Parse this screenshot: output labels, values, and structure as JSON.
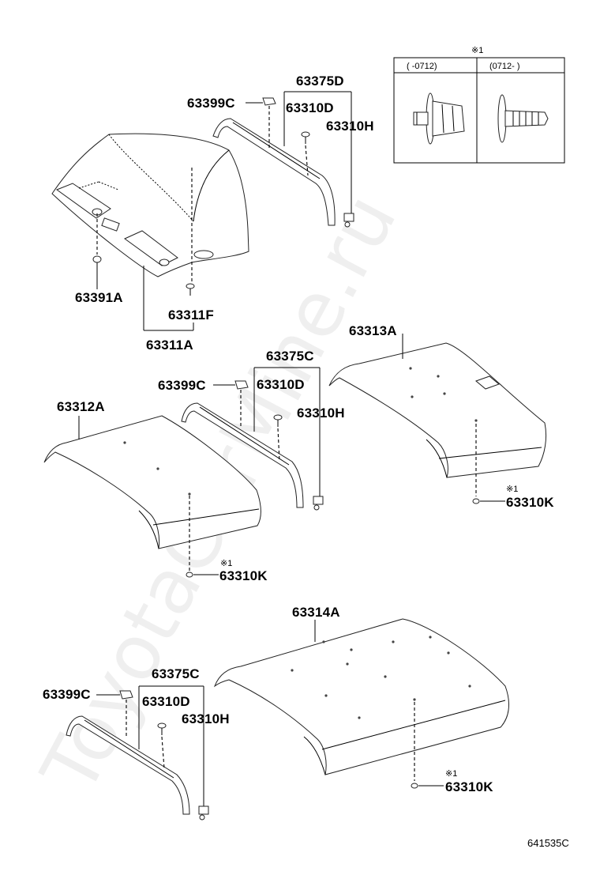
{
  "watermark": "ToyotaCarMine.ru",
  "figure_code": "641535C",
  "legend": {
    "mark": "※1",
    "col1": "(      -0712)",
    "col2": "(0712-      )"
  },
  "labels": {
    "a_63375D": "63375D",
    "a_63399C": "63399C",
    "a_63310D": "63310D",
    "a_63310H": "63310H",
    "a_63391A": "63391A",
    "a_63311F": "63311F",
    "a_63311A": "63311A",
    "b_63313A": "63313A",
    "b_63375C": "63375C",
    "b_63399C": "63399C",
    "b_63310D": "63310D",
    "b_63312A": "63312A",
    "b_63310H": "63310H",
    "b_note1": "※1",
    "b_63310K_right": "63310K",
    "b_note2": "※1",
    "b_63310K_left": "63310K",
    "c_63314A": "63314A",
    "c_63375C": "63375C",
    "c_63399C": "63399C",
    "c_63310D": "63310D",
    "c_63310H": "63310H",
    "c_note": "※1",
    "c_63310K": "63310K"
  }
}
